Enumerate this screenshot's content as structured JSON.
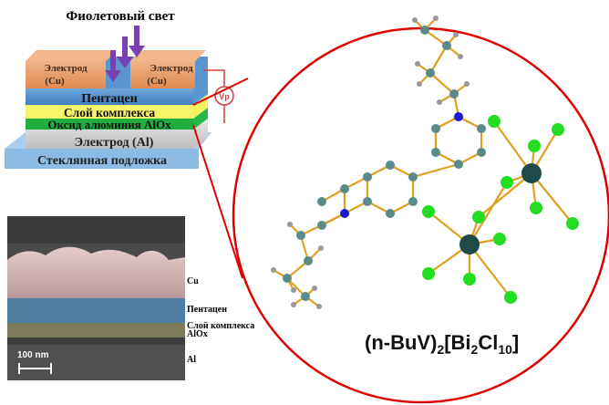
{
  "device": {
    "light_label": "Фиолетовый свет",
    "electrode_cu_left": [
      "Электрод",
      "(Cu)"
    ],
    "electrode_cu_right": [
      "Электрод",
      "(Cu)"
    ],
    "layer_pentacene": "Пентацен",
    "layer_complex": "Слой комплекса",
    "layer_alox": "Оксид алюминия AlOx",
    "layer_al": "Электрод (Al)",
    "layer_glass": "Стеклянная подложка",
    "voltmeter": "Vp"
  },
  "sem": {
    "scale_bar": "100 nm",
    "labels": [
      "Cu",
      "Пентацен",
      "Слой комплекса",
      "AlOx",
      "Al"
    ]
  },
  "molecule": {
    "formula_prefix": "(n-BuV)",
    "sub1": "2",
    "bracket_open": "[Bi",
    "sub2": "2",
    "cl": "Cl",
    "sub3": "10",
    "bracket_close": "]"
  },
  "colors": {
    "zoom_circle": "#e00000",
    "arrow": "#7a3fb0",
    "cl": "#22dd22",
    "bi": "#1e4a4a",
    "n": "#1a1ad0",
    "c": "#5a8a8a",
    "bond": "#e0a020"
  }
}
